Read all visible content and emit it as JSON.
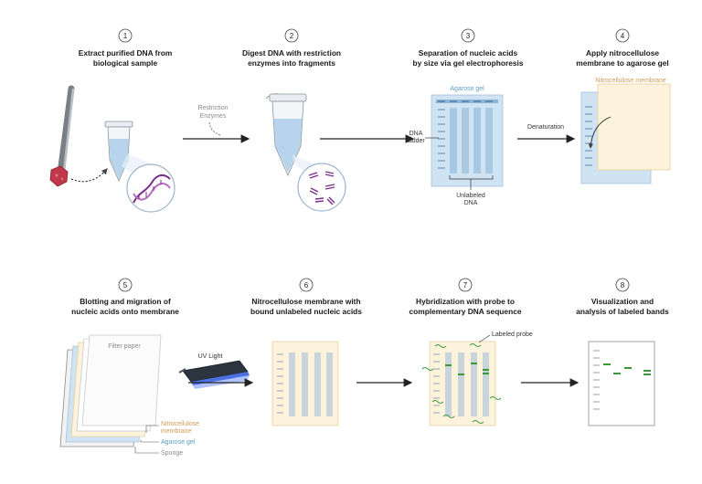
{
  "steps": [
    {
      "num": "1",
      "line1": "Extract purified DNA from",
      "line2": "biological sample"
    },
    {
      "num": "2",
      "line1": "Digest DNA with restriction",
      "line2": "enzymes into fragments"
    },
    {
      "num": "3",
      "line1": "Separation of nucleic acids",
      "line2": "by size via gel electrophoresis"
    },
    {
      "num": "4",
      "line1": "Apply nitrocellulose",
      "line2": "membrane to agarose gel"
    },
    {
      "num": "5",
      "line1": "Blotting and migration of",
      "line2": "nucleic acids onto membrane"
    },
    {
      "num": "6",
      "line1": "Nitrocellulose membrane with",
      "line2": "bound unlabeled nucleic acids"
    },
    {
      "num": "7",
      "line1": "Hybridization with probe to",
      "line2": "complementary DNA sequence"
    },
    {
      "num": "8",
      "line1": "Visualization and",
      "line2": "analysis of labeled bands"
    }
  ],
  "labels": {
    "restriction_1": "Restriction",
    "restriction_2": "Enzymes",
    "agarose_gel": "Agarose gel",
    "dna_ladder_1": "DNA",
    "dna_ladder_2": "ladder",
    "unlabeled_1": "Unlabeled",
    "unlabeled_2": "DNA",
    "denaturation": "Denaturation",
    "nitro_membrane": "Nitrocellulose membrane",
    "filter_paper": "Filter paper",
    "uv_light": "UV Light",
    "stack_nitro_1": "Nitrocellulose",
    "stack_nitro_2": "membrane",
    "stack_agarose": "Agarose gel",
    "stack_sponge": "Sponge",
    "labeled_probe": "Labeled probe"
  },
  "colors": {
    "gel_blue": "#cfe3f3",
    "membrane_cream": "#fdf3dc",
    "probe_green": "#3a9a3a",
    "dna_purple": "#7a2f8a",
    "tissue_red": "#c0394b"
  }
}
